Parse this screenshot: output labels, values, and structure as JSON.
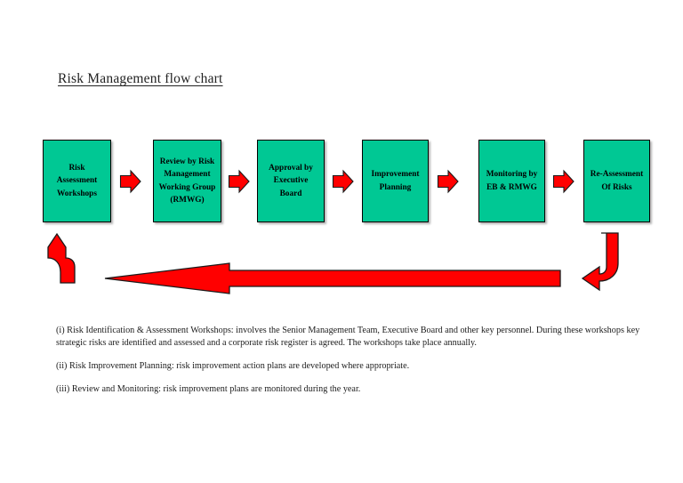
{
  "document": {
    "title": "Risk Management flow chart"
  },
  "colors": {
    "box_fill": "#00c894",
    "box_border": "#000000",
    "arrow_fill": "#ff0000",
    "arrow_stroke": "#1a1a1a",
    "page_background": "#ffffff",
    "text": "#000000"
  },
  "flowchart": {
    "boxes": [
      {
        "id": "risk-assessment-workshops",
        "label": "Risk\nAssessment\nWorkshops"
      },
      {
        "id": "review-by-rmwg",
        "label": "Review by Risk\nManagement\nWorking Group\n(RMWG)"
      },
      {
        "id": "approval-by-executive-board",
        "label": "Approval by\nExecutive\nBoard"
      },
      {
        "id": "improvement-planning",
        "label": "Improvement\nPlanning"
      },
      {
        "id": "monitoring-by-eb-rmwg",
        "label": "Monitoring by\nEB & RMWG"
      },
      {
        "id": "re-assessment-of-risks",
        "label": "Re-Assessment\nOf Risks"
      }
    ],
    "connectors": [
      {
        "id": "connector-1",
        "direction": "right"
      },
      {
        "id": "connector-2",
        "direction": "right"
      },
      {
        "id": "connector-3",
        "direction": "right"
      },
      {
        "id": "connector-4",
        "direction": "right"
      },
      {
        "id": "connector-5",
        "direction": "right"
      }
    ],
    "feedback_loop": {
      "id": "feedback-loop",
      "description": "Re-Assessment Of Risks feeds back into Risk Assessment Workshops",
      "direction": "right-to-left"
    }
  },
  "notes": [
    {
      "id": "note-risk-identification",
      "text": "(i) Risk Identification & Assessment Workshops: involves the Senior Management Team, Executive Board and other key personnel. During these workshops key strategic risks are identified and assessed and a corporate risk register is agreed. The workshops take place annually."
    },
    {
      "id": "note-risk-improvement-planning",
      "text": "(ii) Risk Improvement Planning: risk improvement action plans are developed where appropriate."
    },
    {
      "id": "note-review-and-monitoring",
      "text": "(iii) Review and Monitoring: risk improvement plans are monitored during the year."
    }
  ]
}
